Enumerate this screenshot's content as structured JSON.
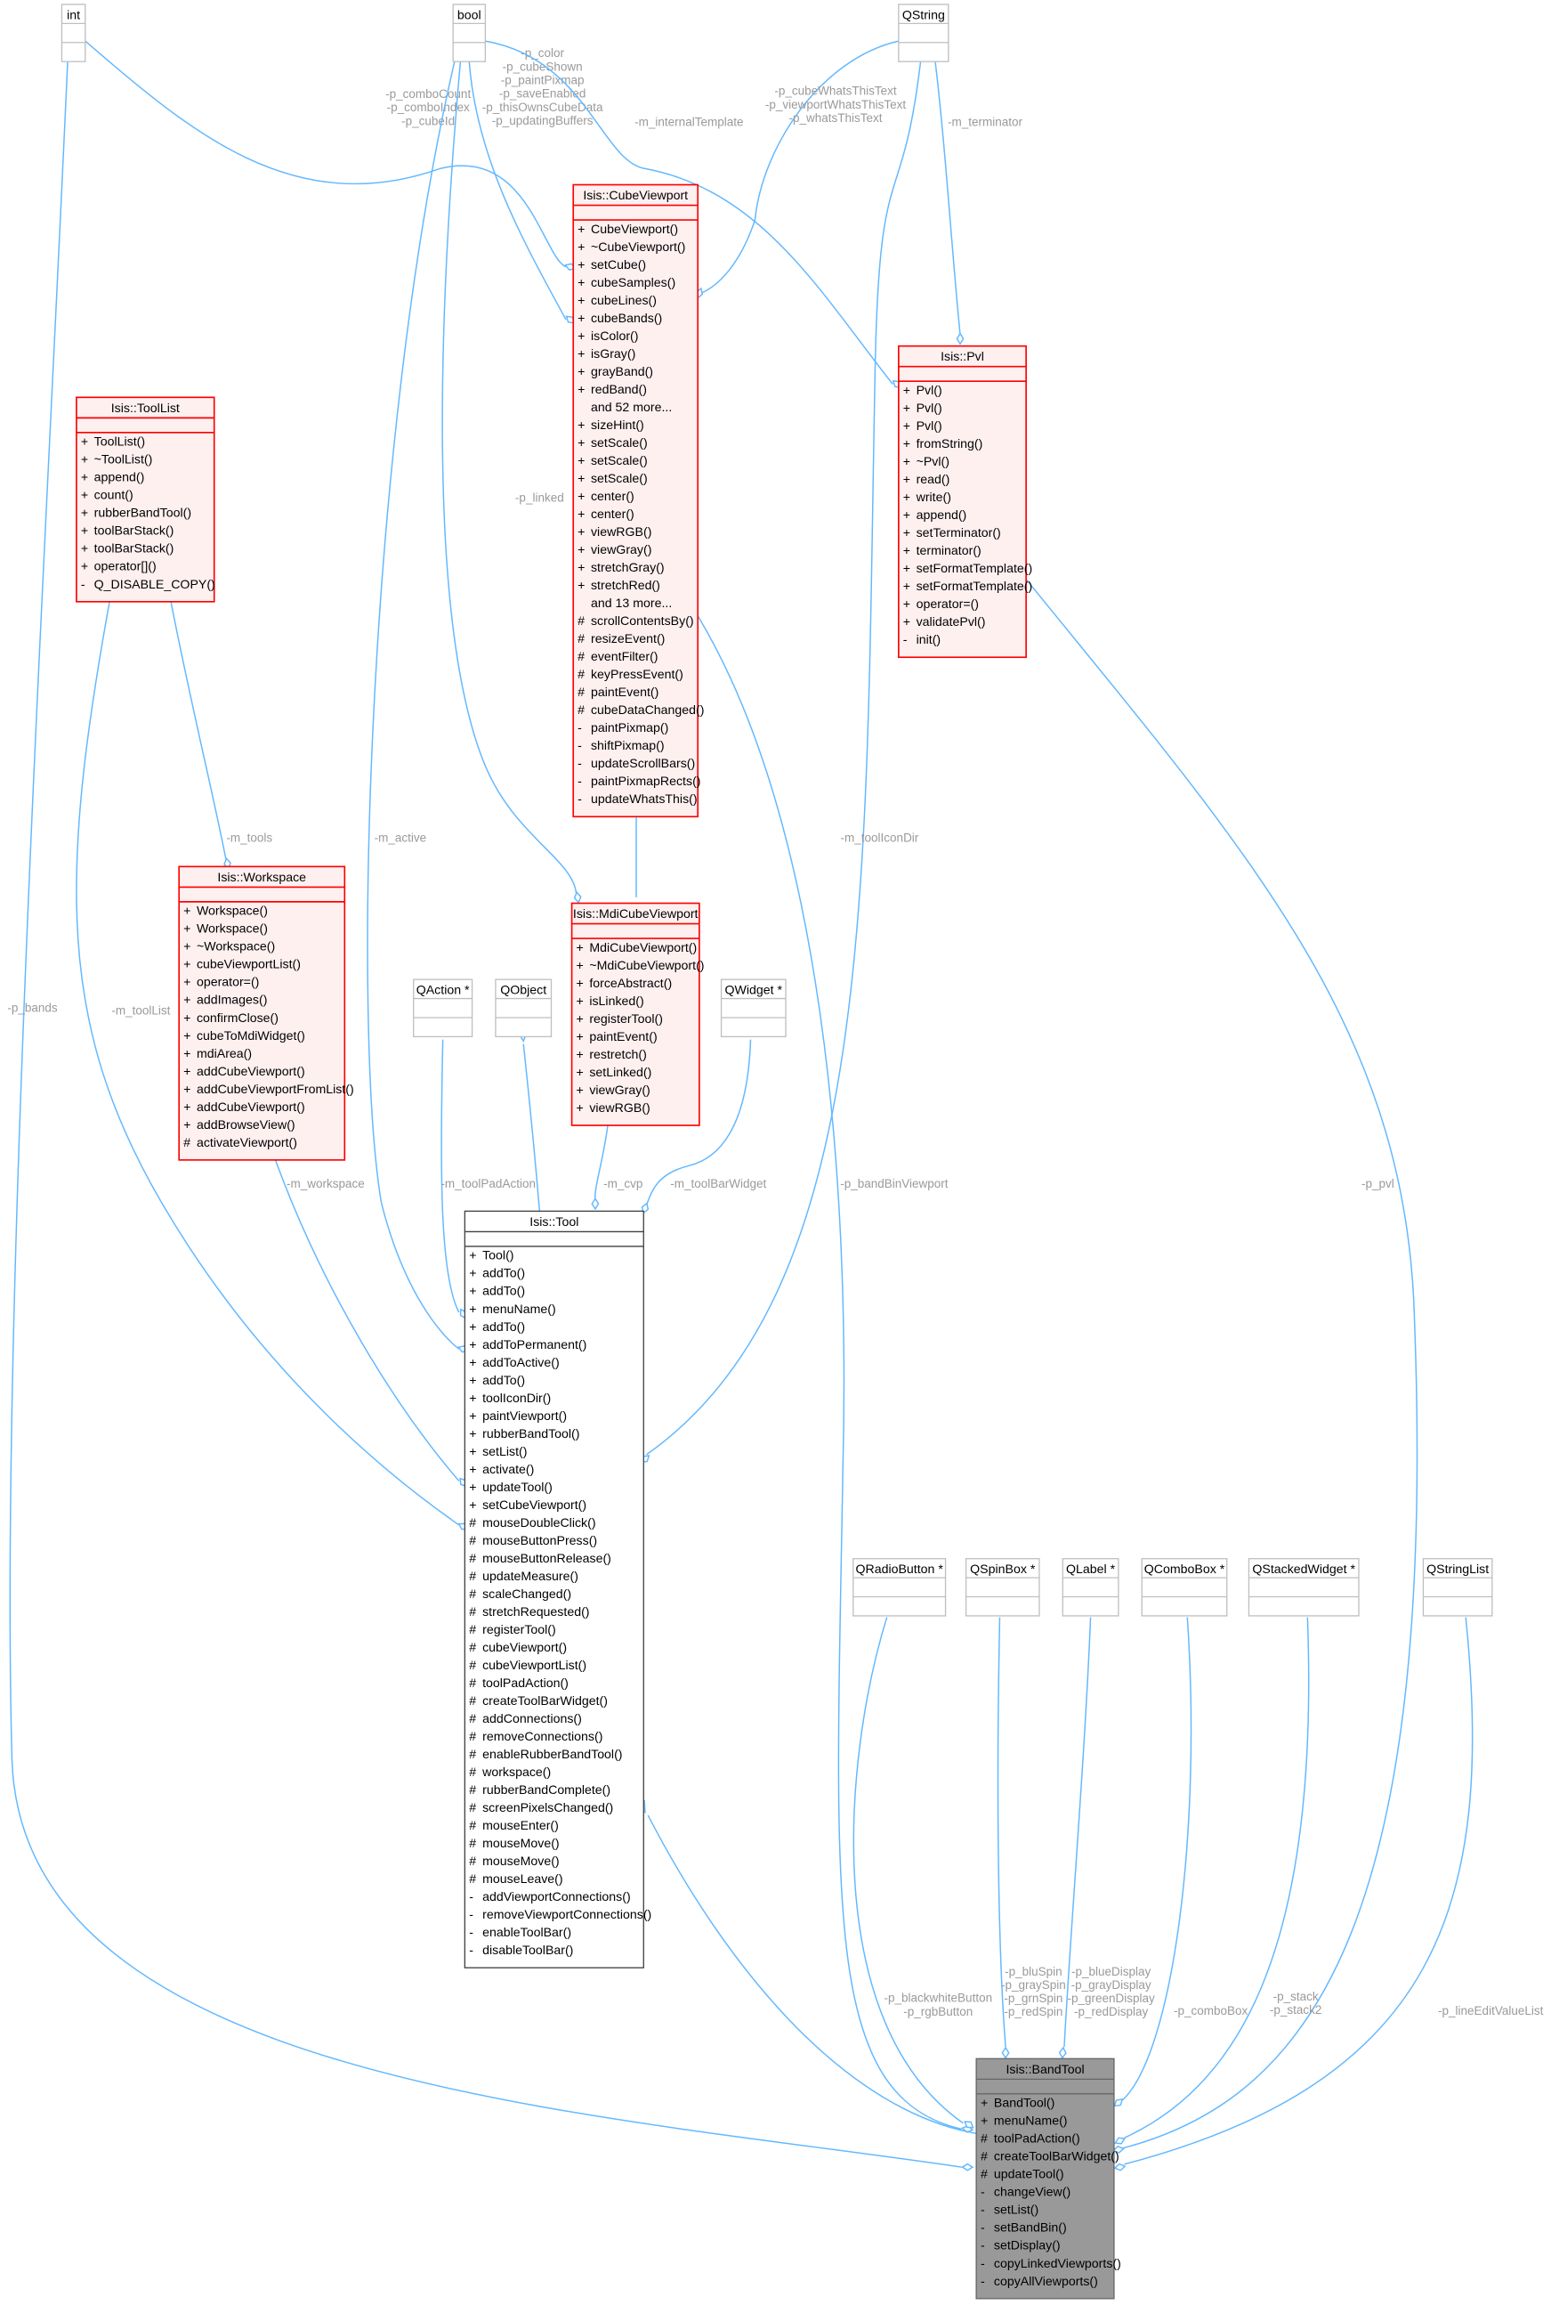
{
  "diagram": {
    "classes": [
      {
        "id": "int",
        "name": "int",
        "kind": "external",
        "members": []
      },
      {
        "id": "bool",
        "name": "bool",
        "kind": "external",
        "members": []
      },
      {
        "id": "qstring",
        "name": "QString",
        "kind": "external",
        "members": []
      },
      {
        "id": "cubeviewport",
        "name": "Isis::CubeViewport",
        "kind": "documented",
        "members": [
          {
            "v": "+",
            "n": "CubeViewport()"
          },
          {
            "v": "+",
            "n": "~CubeViewport()"
          },
          {
            "v": "+",
            "n": "setCube()"
          },
          {
            "v": "+",
            "n": "cubeSamples()"
          },
          {
            "v": "+",
            "n": "cubeLines()"
          },
          {
            "v": "+",
            "n": "cubeBands()"
          },
          {
            "v": "+",
            "n": "isColor()"
          },
          {
            "v": "+",
            "n": "isGray()"
          },
          {
            "v": "+",
            "n": "grayBand()"
          },
          {
            "v": "+",
            "n": "redBand()"
          },
          {
            "v": "",
            "n": "and 52 more..."
          },
          {
            "v": "+",
            "n": "sizeHint()"
          },
          {
            "v": "+",
            "n": "setScale()"
          },
          {
            "v": "+",
            "n": "setScale()"
          },
          {
            "v": "+",
            "n": "setScale()"
          },
          {
            "v": "+",
            "n": "center()"
          },
          {
            "v": "+",
            "n": "center()"
          },
          {
            "v": "+",
            "n": "viewRGB()"
          },
          {
            "v": "+",
            "n": "viewGray()"
          },
          {
            "v": "+",
            "n": "stretchGray()"
          },
          {
            "v": "+",
            "n": "stretchRed()"
          },
          {
            "v": "",
            "n": "and 13 more..."
          },
          {
            "v": "#",
            "n": "scrollContentsBy()"
          },
          {
            "v": "#",
            "n": "resizeEvent()"
          },
          {
            "v": "#",
            "n": "eventFilter()"
          },
          {
            "v": "#",
            "n": "keyPressEvent()"
          },
          {
            "v": "#",
            "n": "paintEvent()"
          },
          {
            "v": "#",
            "n": "cubeDataChanged()"
          },
          {
            "v": "-",
            "n": "paintPixmap()"
          },
          {
            "v": "-",
            "n": "shiftPixmap()"
          },
          {
            "v": "-",
            "n": "updateScrollBars()"
          },
          {
            "v": "-",
            "n": "paintPixmapRects()"
          },
          {
            "v": "-",
            "n": "updateWhatsThis()"
          }
        ]
      },
      {
        "id": "pvl",
        "name": "Isis::Pvl",
        "kind": "documented",
        "members": [
          {
            "v": "+",
            "n": "Pvl()"
          },
          {
            "v": "+",
            "n": "Pvl()"
          },
          {
            "v": "+",
            "n": "Pvl()"
          },
          {
            "v": "+",
            "n": "fromString()"
          },
          {
            "v": "+",
            "n": "~Pvl()"
          },
          {
            "v": "+",
            "n": "read()"
          },
          {
            "v": "+",
            "n": "write()"
          },
          {
            "v": "+",
            "n": "append()"
          },
          {
            "v": "+",
            "n": "setTerminator()"
          },
          {
            "v": "+",
            "n": "terminator()"
          },
          {
            "v": "+",
            "n": "setFormatTemplate()"
          },
          {
            "v": "+",
            "n": "setFormatTemplate()"
          },
          {
            "v": "+",
            "n": "operator=()"
          },
          {
            "v": "+",
            "n": "validatePvl()"
          },
          {
            "v": "-",
            "n": "init()"
          }
        ]
      },
      {
        "id": "toollist",
        "name": "Isis::ToolList",
        "kind": "documented",
        "members": [
          {
            "v": "+",
            "n": "ToolList()"
          },
          {
            "v": "+",
            "n": "~ToolList()"
          },
          {
            "v": "+",
            "n": "append()"
          },
          {
            "v": "+",
            "n": "count()"
          },
          {
            "v": "+",
            "n": "rubberBandTool()"
          },
          {
            "v": "+",
            "n": "toolBarStack()"
          },
          {
            "v": "+",
            "n": "toolBarStack()"
          },
          {
            "v": "+",
            "n": "operator[]()"
          },
          {
            "v": "-",
            "n": "Q_DISABLE_COPY()"
          }
        ]
      },
      {
        "id": "workspace",
        "name": "Isis::Workspace",
        "kind": "documented",
        "members": [
          {
            "v": "+",
            "n": "Workspace()"
          },
          {
            "v": "+",
            "n": "Workspace()"
          },
          {
            "v": "+",
            "n": "~Workspace()"
          },
          {
            "v": "+",
            "n": "cubeViewportList()"
          },
          {
            "v": "+",
            "n": "operator=()"
          },
          {
            "v": "+",
            "n": "addImages()"
          },
          {
            "v": "+",
            "n": "confirmClose()"
          },
          {
            "v": "+",
            "n": "cubeToMdiWidget()"
          },
          {
            "v": "+",
            "n": "mdiArea()"
          },
          {
            "v": "+",
            "n": "addCubeViewport()"
          },
          {
            "v": "+",
            "n": "addCubeViewportFromList()"
          },
          {
            "v": "+",
            "n": "addCubeViewport()"
          },
          {
            "v": "+",
            "n": "addBrowseView()"
          },
          {
            "v": "#",
            "n": "activateViewport()"
          }
        ]
      },
      {
        "id": "mdicubeviewport",
        "name": "Isis::MdiCubeViewport",
        "kind": "documented",
        "members": [
          {
            "v": "+",
            "n": "MdiCubeViewport()"
          },
          {
            "v": "+",
            "n": "~MdiCubeViewport()"
          },
          {
            "v": "+",
            "n": "forceAbstract()"
          },
          {
            "v": "+",
            "n": "isLinked()"
          },
          {
            "v": "+",
            "n": "registerTool()"
          },
          {
            "v": "+",
            "n": "paintEvent()"
          },
          {
            "v": "+",
            "n": "restretch()"
          },
          {
            "v": "+",
            "n": "setLinked()"
          },
          {
            "v": "+",
            "n": "viewGray()"
          },
          {
            "v": "+",
            "n": "viewRGB()"
          }
        ]
      },
      {
        "id": "qaction",
        "name": "QAction *",
        "kind": "external",
        "members": []
      },
      {
        "id": "qobject",
        "name": "QObject",
        "kind": "external",
        "members": []
      },
      {
        "id": "qwidget",
        "name": "QWidget *",
        "kind": "external",
        "members": []
      },
      {
        "id": "tool",
        "name": "Isis::Tool",
        "kind": "plain",
        "members": [
          {
            "v": "+",
            "n": "Tool()"
          },
          {
            "v": "+",
            "n": "addTo()"
          },
          {
            "v": "+",
            "n": "addTo()"
          },
          {
            "v": "+",
            "n": "menuName()"
          },
          {
            "v": "+",
            "n": "addTo()"
          },
          {
            "v": "+",
            "n": "addToPermanent()"
          },
          {
            "v": "+",
            "n": "addToActive()"
          },
          {
            "v": "+",
            "n": "addTo()"
          },
          {
            "v": "+",
            "n": "toolIconDir()"
          },
          {
            "v": "+",
            "n": "paintViewport()"
          },
          {
            "v": "+",
            "n": "rubberBandTool()"
          },
          {
            "v": "+",
            "n": "setList()"
          },
          {
            "v": "+",
            "n": "activate()"
          },
          {
            "v": "+",
            "n": "updateTool()"
          },
          {
            "v": "+",
            "n": "setCubeViewport()"
          },
          {
            "v": "#",
            "n": "mouseDoubleClick()"
          },
          {
            "v": "#",
            "n": "mouseButtonPress()"
          },
          {
            "v": "#",
            "n": "mouseButtonRelease()"
          },
          {
            "v": "#",
            "n": "updateMeasure()"
          },
          {
            "v": "#",
            "n": "scaleChanged()"
          },
          {
            "v": "#",
            "n": "stretchRequested()"
          },
          {
            "v": "#",
            "n": "registerTool()"
          },
          {
            "v": "#",
            "n": "cubeViewport()"
          },
          {
            "v": "#",
            "n": "cubeViewportList()"
          },
          {
            "v": "#",
            "n": "toolPadAction()"
          },
          {
            "v": "#",
            "n": "createToolBarWidget()"
          },
          {
            "v": "#",
            "n": "addConnections()"
          },
          {
            "v": "#",
            "n": "removeConnections()"
          },
          {
            "v": "#",
            "n": "enableRubberBandTool()"
          },
          {
            "v": "#",
            "n": "workspace()"
          },
          {
            "v": "#",
            "n": "rubberBandComplete()"
          },
          {
            "v": "#",
            "n": "screenPixelsChanged()"
          },
          {
            "v": "#",
            "n": "mouseEnter()"
          },
          {
            "v": "#",
            "n": "mouseMove()"
          },
          {
            "v": "#",
            "n": "mouseMove()"
          },
          {
            "v": "#",
            "n": "mouseLeave()"
          },
          {
            "v": "-",
            "n": "addViewportConnections()"
          },
          {
            "v": "-",
            "n": "removeViewportConnections()"
          },
          {
            "v": "-",
            "n": "enableToolBar()"
          },
          {
            "v": "-",
            "n": "disableToolBar()"
          }
        ]
      },
      {
        "id": "qradiobutton",
        "name": "QRadioButton *",
        "kind": "external",
        "members": []
      },
      {
        "id": "qspinbox",
        "name": "QSpinBox *",
        "kind": "external",
        "members": []
      },
      {
        "id": "qlabel",
        "name": "QLabel *",
        "kind": "external",
        "members": []
      },
      {
        "id": "qcombobox",
        "name": "QComboBox *",
        "kind": "external",
        "members": []
      },
      {
        "id": "qstackedwidget",
        "name": "QStackedWidget *",
        "kind": "external",
        "members": []
      },
      {
        "id": "qstringlist",
        "name": "QStringList",
        "kind": "external",
        "members": []
      },
      {
        "id": "bandtool",
        "name": "Isis::BandTool",
        "kind": "focus",
        "members": [
          {
            "v": "+",
            "n": "BandTool()"
          },
          {
            "v": "+",
            "n": "menuName()"
          },
          {
            "v": "#",
            "n": "toolPadAction()"
          },
          {
            "v": "#",
            "n": "createToolBarWidget()"
          },
          {
            "v": "#",
            "n": "updateTool()"
          },
          {
            "v": "-",
            "n": "changeView()"
          },
          {
            "v": "-",
            "n": "setList()"
          },
          {
            "v": "-",
            "n": "setBandBin()"
          },
          {
            "v": "-",
            "n": "setDisplay()"
          },
          {
            "v": "-",
            "n": "copyLinkedViewports()"
          },
          {
            "v": "-",
            "n": "copyAllViewports()"
          }
        ]
      }
    ],
    "edges": [
      {
        "from": "int",
        "to": "bandtool",
        "type": "usage",
        "label": [
          "-p_bands"
        ]
      },
      {
        "from": "int",
        "to": "cubeviewport",
        "type": "usage",
        "label": [
          "-p_comboCount",
          "-p_comboIndex",
          "-p_cubeId"
        ]
      },
      {
        "from": "bool",
        "to": "cubeviewport",
        "type": "usage",
        "label": [
          "-p_color",
          "-p_cubeShown",
          "-p_paintPixmap",
          "-p_saveEnabled",
          "-p_thisOwnsCubeData",
          "-p_updatingBuffers"
        ]
      },
      {
        "from": "bool",
        "to": "pvl",
        "type": "usage",
        "label": [
          "-m_internalTemplate"
        ]
      },
      {
        "from": "bool",
        "to": "mdicubeviewport",
        "type": "usage",
        "label": [
          "-p_linked"
        ]
      },
      {
        "from": "bool",
        "to": "tool",
        "type": "usage",
        "label": [
          "-m_active"
        ]
      },
      {
        "from": "qstring",
        "to": "cubeviewport",
        "type": "usage",
        "label": [
          "-p_cubeWhatsThisText",
          "-p_viewportWhatsThisText",
          "-p_whatsThisText"
        ]
      },
      {
        "from": "qstring",
        "to": "pvl",
        "type": "usage",
        "label": [
          "-m_terminator"
        ]
      },
      {
        "from": "qstring",
        "to": "tool",
        "type": "usage",
        "label": [
          "-m_toolIconDir"
        ]
      },
      {
        "from": "toollist",
        "to": "workspace",
        "type": "usage",
        "label": [
          "-m_tools"
        ]
      },
      {
        "from": "toollist",
        "to": "tool",
        "type": "usage",
        "label": [
          "-m_toolList"
        ]
      },
      {
        "from": "workspace",
        "to": "tool",
        "type": "usage",
        "label": [
          "-m_workspace"
        ]
      },
      {
        "from": "qaction",
        "to": "tool",
        "type": "usage",
        "label": [
          "-m_toolPadAction"
        ]
      },
      {
        "from": "qobject",
        "to": "tool",
        "type": "inherit",
        "label": []
      },
      {
        "from": "mdicubeviewport",
        "to": "tool",
        "type": "usage",
        "label": [
          "-m_cvp"
        ]
      },
      {
        "from": "qwidget",
        "to": "tool",
        "type": "usage",
        "label": [
          "-m_toolBarWidget"
        ]
      },
      {
        "from": "cubeviewport",
        "to": "mdicubeviewport",
        "type": "inherit",
        "label": []
      },
      {
        "from": "cubeviewport",
        "to": "bandtool",
        "type": "usage",
        "label": [
          "-p_bandBinViewport"
        ]
      },
      {
        "from": "pvl",
        "to": "bandtool",
        "type": "usage",
        "label": [
          "-p_pvl"
        ]
      },
      {
        "from": "tool",
        "to": "bandtool",
        "type": "inherit",
        "label": []
      },
      {
        "from": "qradiobutton",
        "to": "bandtool",
        "type": "usage",
        "label": [
          "-p_blackwhiteButton",
          "-p_rgbButton"
        ]
      },
      {
        "from": "qspinbox",
        "to": "bandtool",
        "type": "usage",
        "label": [
          "-p_bluSpin",
          "-p_graySpin",
          "-p_grnSpin",
          "-p_redSpin"
        ]
      },
      {
        "from": "qlabel",
        "to": "bandtool",
        "type": "usage",
        "label": [
          "-p_blueDisplay",
          "-p_grayDisplay",
          "-p_greenDisplay",
          "-p_redDisplay"
        ]
      },
      {
        "from": "qcombobox",
        "to": "bandtool",
        "type": "usage",
        "label": [
          "-p_comboBox"
        ]
      },
      {
        "from": "qstackedwidget",
        "to": "bandtool",
        "type": "usage",
        "label": [
          "-p_stack",
          "-p_stack2"
        ]
      },
      {
        "from": "qstringlist",
        "to": "bandtool",
        "type": "usage",
        "label": [
          "-p_lineEditValueList"
        ]
      }
    ],
    "colors": {
      "edge": "#63b8ff",
      "edge_label": "#9a9a9a",
      "documented_border": "#ff0000",
      "documented_fill": "#fff0f0",
      "external_border": "#bfbfbf",
      "plain_border": "#404040",
      "focus_fill": "#999999",
      "focus_border": "#666666"
    }
  }
}
